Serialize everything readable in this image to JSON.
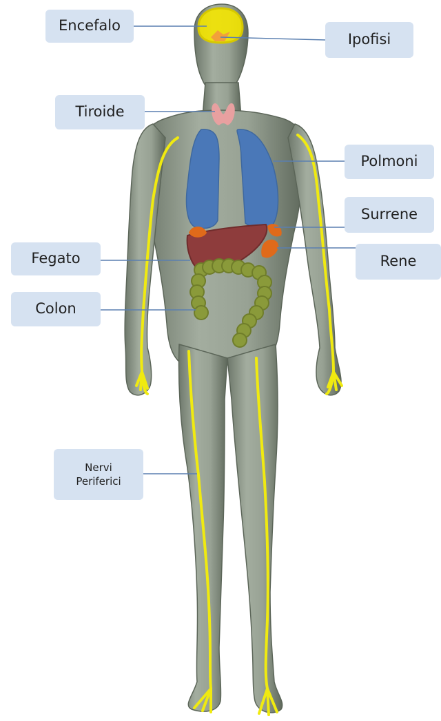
{
  "labels": {
    "encefalo": "Encefalo",
    "ipofisi": "Ipofisi",
    "tiroide": "Tiroide",
    "polmoni": "Polmoni",
    "surrene": "Surrene",
    "fegato": "Fegato",
    "rene": "Rene",
    "colon": "Colon",
    "nervi_line1": "Nervi",
    "nervi_line2": "Periferici"
  },
  "colors": {
    "body": "#8f9a8b",
    "body_shade": "#6f7a6d",
    "brain": "#f4e600",
    "pituitary": "#f2a03a",
    "thyroid": "#e8a0a0",
    "lungs": "#4a78b8",
    "liver": "#8e3c3c",
    "adrenal": "#e06a1a",
    "colon": "#8a9a3a",
    "nerves": "#f0ea10",
    "label_bg": "#d6e2f1",
    "leader_line": "#5a7fb0"
  }
}
